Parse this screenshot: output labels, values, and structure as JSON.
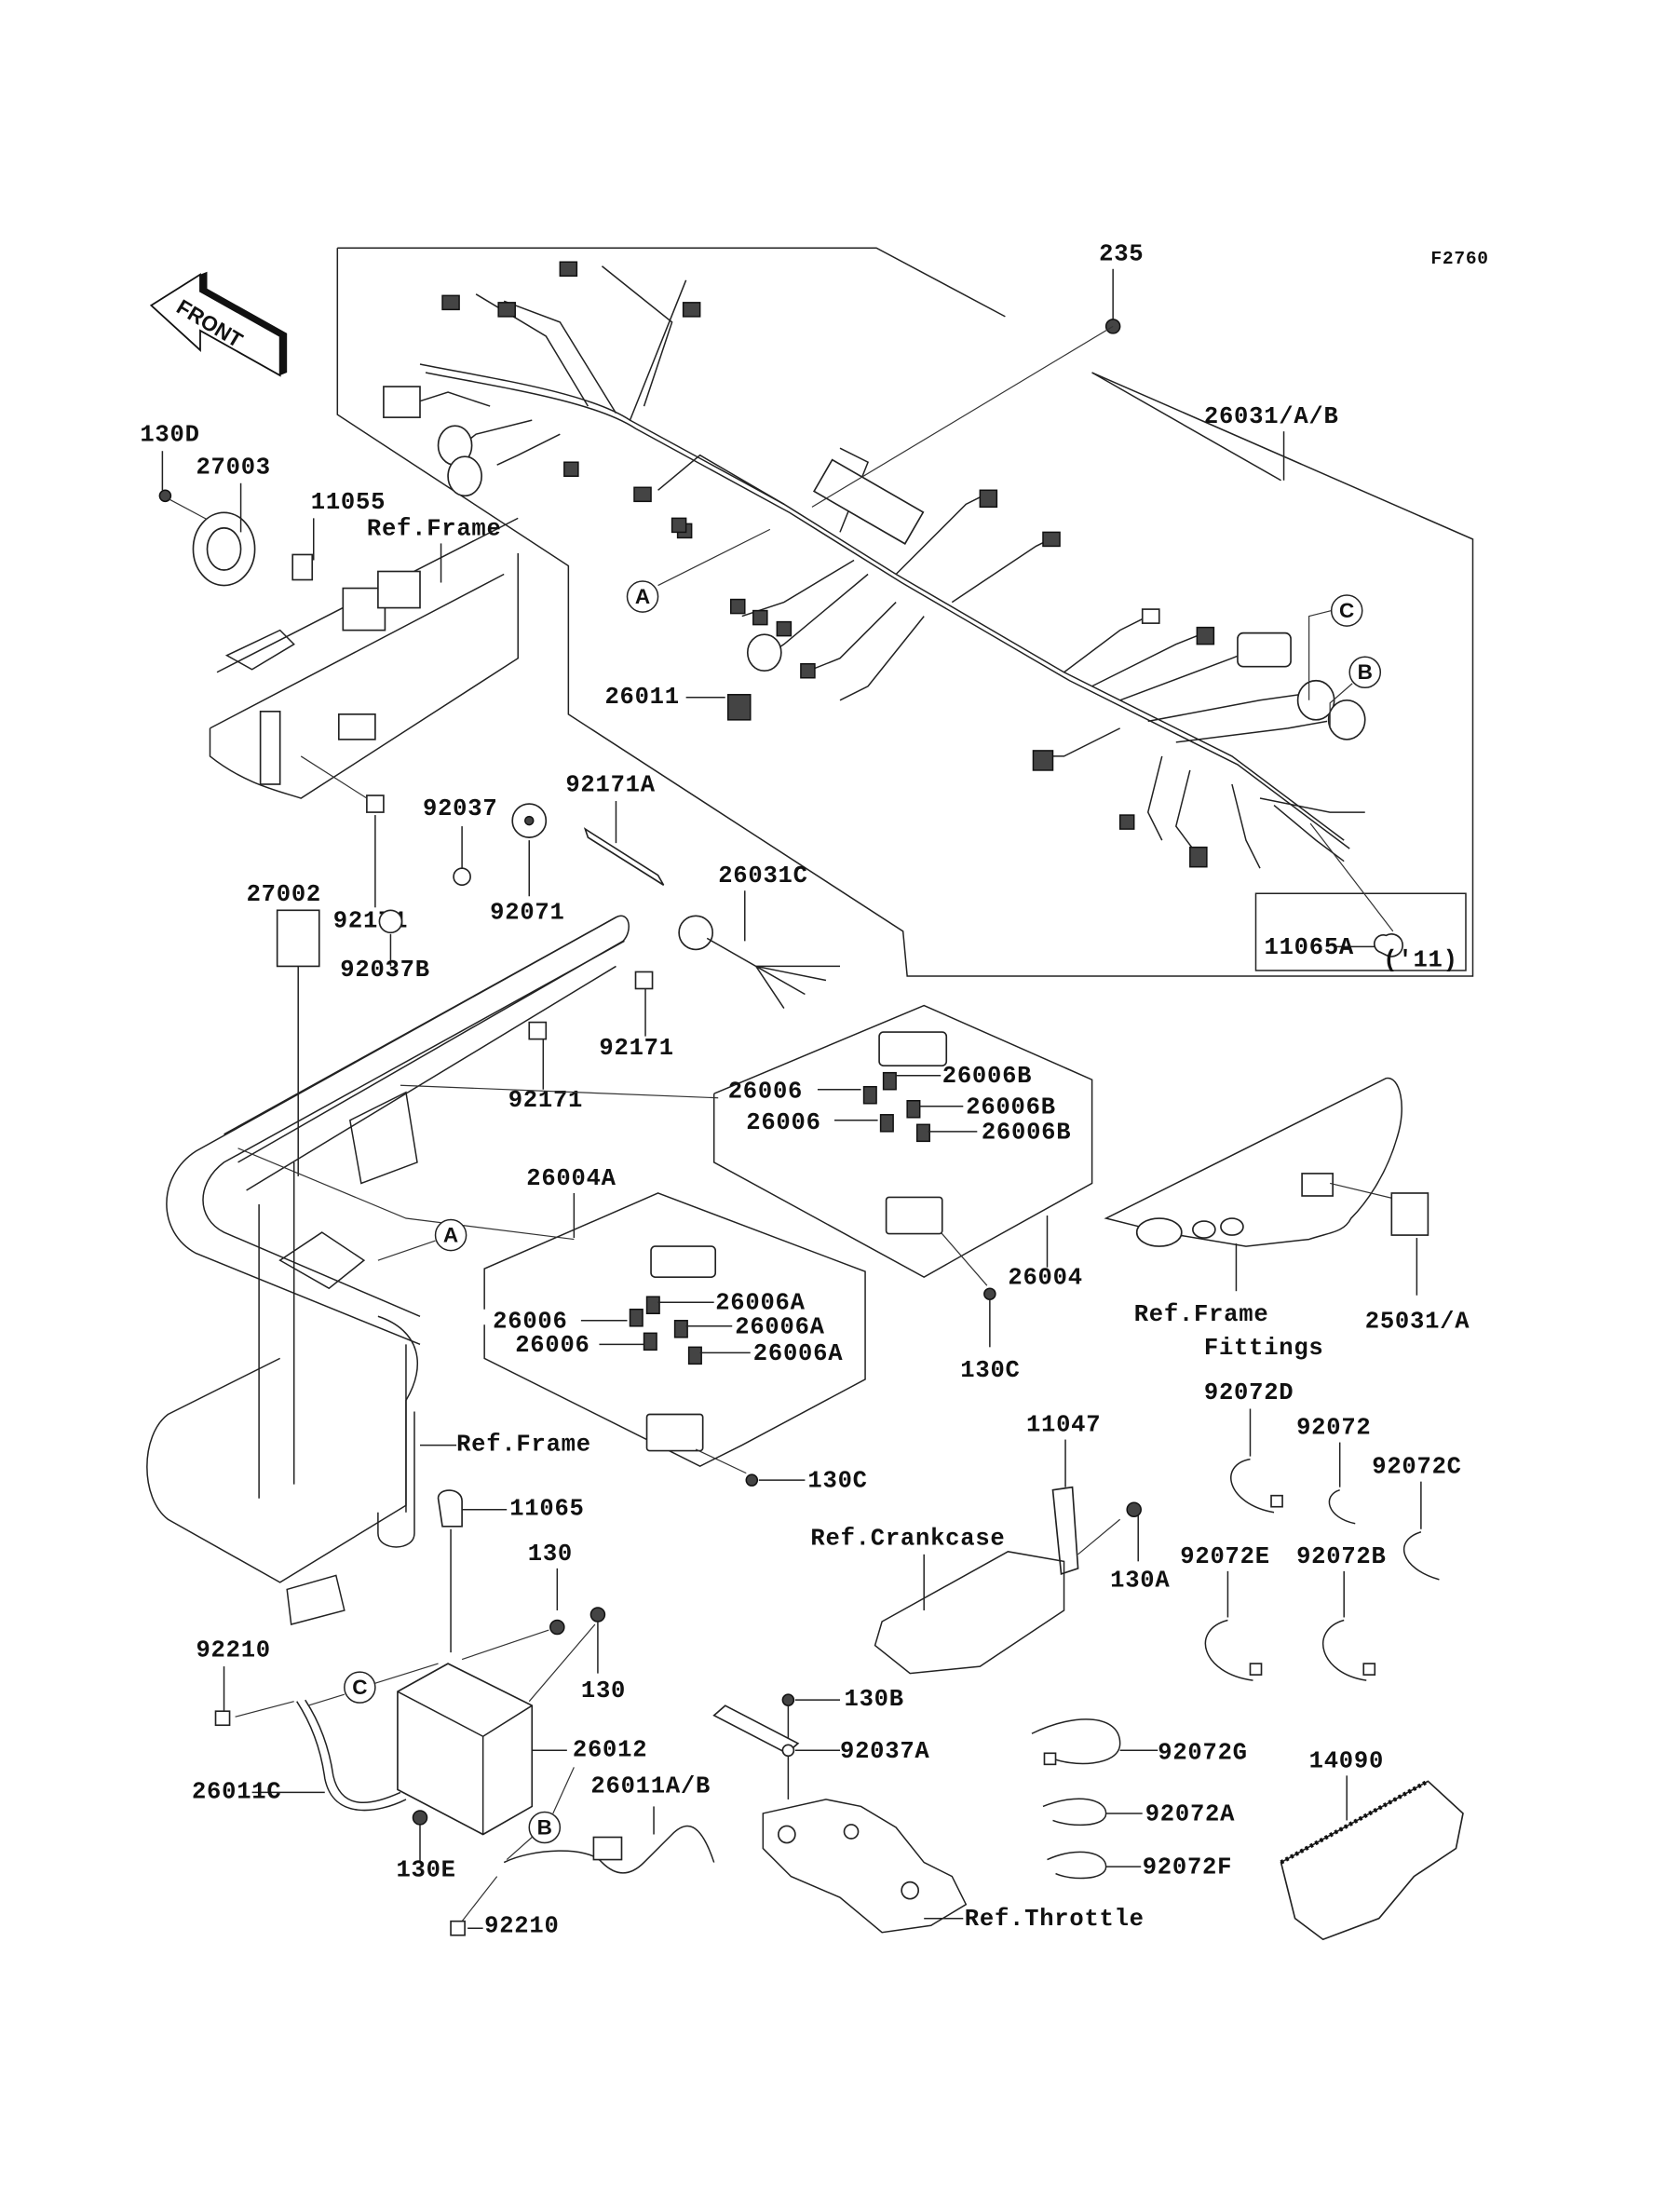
{
  "figure": {
    "code": "F2760",
    "front_indicator": "FRONT",
    "callouts": [
      "A",
      "B",
      "C"
    ],
    "model_year_note": "('11)"
  },
  "labels": {
    "p235": "235",
    "p26031AB": "26031/A/B",
    "p130D": "130D",
    "p27003": "27003",
    "p11055": "11055",
    "refFrameTop": "Ref.Frame",
    "p26011": "26011",
    "p92171A": "92171A",
    "p92037": "92037",
    "p26031C": "26031C",
    "p92171_1": "92171",
    "p92071": "92071",
    "p27002": "27002",
    "p11065A": "11065A",
    "p92037B": "92037B",
    "p92171_2": "92171",
    "p92171_3": "92171",
    "fuseB": {
      "p26006B_1": "26006B",
      "p26006_1": "26006",
      "p26006B_2": "26006B",
      "p26006_2": "26006",
      "p26006B_3": "26006B",
      "p26004": "26004",
      "p130C": "130C"
    },
    "fuseA": {
      "p26004A": "26004A",
      "p26006A_1": "26006A",
      "p26006_1": "26006",
      "p26006A_2": "26006A",
      "p26006_2": "26006",
      "p26006A_3": "26006A",
      "p130C": "130C"
    },
    "refFrameFittings_1": "Ref.Frame",
    "refFrameFittings_2": "Fittings",
    "p25031A": "25031/A",
    "p92072D": "92072D",
    "p92072": "92072",
    "p92072C": "92072C",
    "p11047": "11047",
    "refFrameLower": "Ref.Frame",
    "p11065": "11065",
    "refCrankcase": "Ref.Crankcase",
    "p130_1": "130",
    "p130A": "130A",
    "p92072E": "92072E",
    "p92072B": "92072B",
    "p130_2": "130",
    "p92210_1": "92210",
    "p130B": "130B",
    "p92037A": "92037A",
    "p26012": "26012",
    "p92072G": "92072G",
    "p14090": "14090",
    "p26011C": "26011C",
    "p26011AB": "26011A/B",
    "p92072A": "92072A",
    "p130E": "130E",
    "p92072F": "92072F",
    "refThrottle": "Ref.Throttle",
    "p92210_2": "92210"
  }
}
